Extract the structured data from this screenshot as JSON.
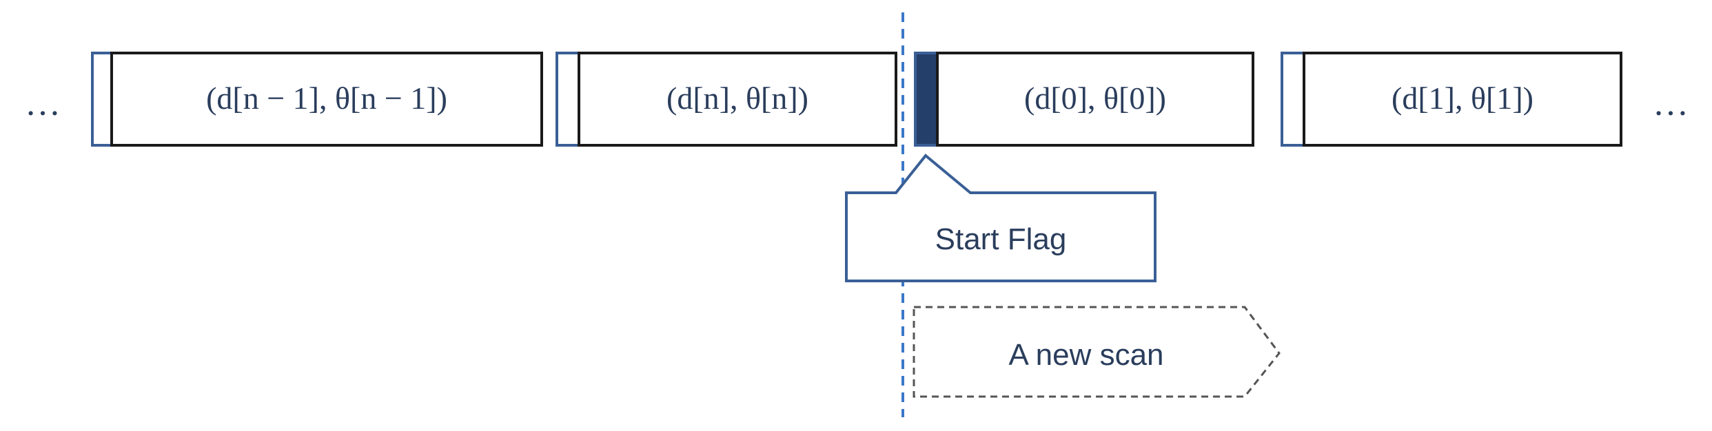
{
  "ellipsis_left": "…",
  "ellipsis_right": "…",
  "packets": [
    {
      "label": "(d[n − 1], θ[n − 1])",
      "flag_filled": false
    },
    {
      "label": "(d[n], θ[n])",
      "flag_filled": false
    },
    {
      "label": "(d[0], θ[0])",
      "flag_filled": true
    },
    {
      "label": "(d[1], θ[1])",
      "flag_filled": false
    }
  ],
  "callout": {
    "label": "Start Flag"
  },
  "scan_arrow": {
    "label": "A new scan"
  },
  "colors": {
    "box_border": "#1a1a1a",
    "flag_outline": "#3a5f96",
    "flag_fill": "#24406a",
    "text": "#2a3d5c",
    "dashed_line": "#3a78c8",
    "arrow_outline": "#555555"
  }
}
